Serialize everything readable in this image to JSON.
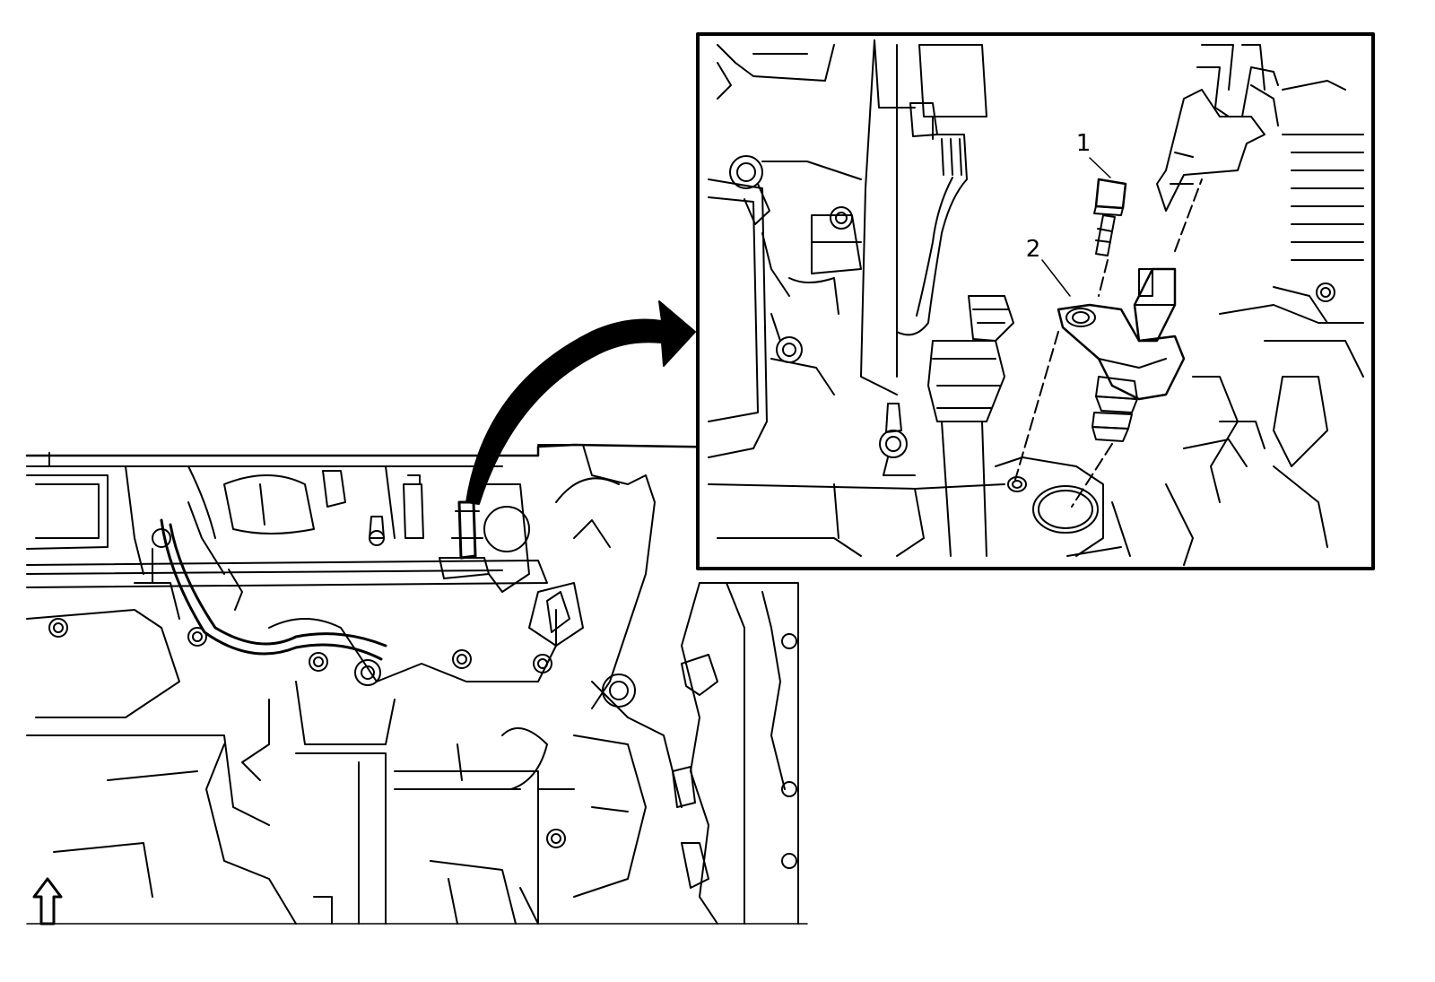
{
  "callouts": [
    {
      "id": "1",
      "label": "1"
    },
    {
      "id": "2",
      "label": "2"
    }
  ],
  "indicator": {
    "icon": "up-arrow-icon",
    "meaning": "orientation"
  },
  "colors": {
    "line": "#000000",
    "background": "#ffffff"
  }
}
